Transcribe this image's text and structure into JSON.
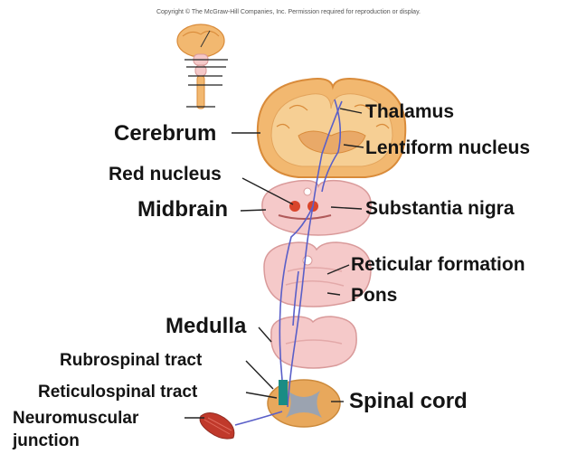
{
  "copyright": "Copyright © The McGraw-Hill Companies, Inc. Permission required for reproduction or display.",
  "labels": {
    "cerebrum": "Cerebrum",
    "thalamus": "Thalamus",
    "lentiform_nucleus": "Lentiform nucleus",
    "red_nucleus": "Red nucleus",
    "midbrain": "Midbrain",
    "substantia_nigra": "Substantia nigra",
    "reticular_formation": "Reticular formation",
    "pons": "Pons",
    "medulla": "Medulla",
    "rubrospinal_tract": "Rubrospinal tract",
    "reticulospinal_tract": "Reticulospinal tract",
    "spinal_cord": "Spinal cord",
    "neuromuscular_junction_line1": "Neuromuscular",
    "neuromuscular_junction_line2": "junction"
  },
  "colors": {
    "cerebrum_fill": "#f2b870",
    "cerebrum_edge": "#d98b3a",
    "brainstem_fill": "#f5c9c9",
    "brainstem_edge": "#d99a9a",
    "red_nucleus": "#d9452b",
    "pathway_blue": "#5a5fc8",
    "tract_teal": "#1a8c84",
    "muscle": "#c0392b",
    "spinal_cord_fill": "#e8a85c",
    "grey_matter": "#9ba3b0",
    "leader": "#222222"
  }
}
